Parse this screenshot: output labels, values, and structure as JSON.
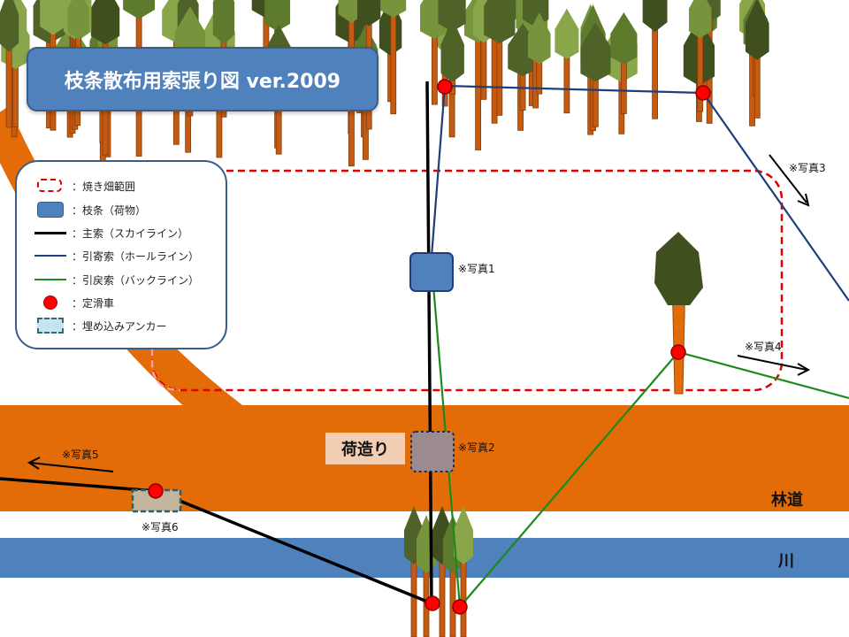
{
  "title": "枝条散布用索張り図 ver.2009",
  "legend": [
    {
      "icon": "dashed-red-rect",
      "label": "：焼き畑範囲"
    },
    {
      "icon": "blue-box",
      "label": "：枝条（荷物）"
    },
    {
      "icon": "black-line",
      "label": "：主索（スカイライン）"
    },
    {
      "icon": "navy-line",
      "label": "：引寄索（ホールライン）"
    },
    {
      "icon": "green-line",
      "label": "：引戻索（バックライン）"
    },
    {
      "icon": "red-dot",
      "label": "：定滑車"
    },
    {
      "icon": "anchor-box",
      "label": "：埋め込みアンカー"
    }
  ],
  "photos": {
    "p1": "※写真1",
    "p2": "※写真2",
    "p3": "※写真3",
    "p4": "※写真4",
    "p5": "※写真5",
    "p6": "※写真6"
  },
  "places": {
    "loading": "荷造り",
    "forest_road": "林道",
    "river": "川"
  },
  "colors": {
    "forest_road": "#e36c09",
    "river": "#4f81bd",
    "skyline": "#000000",
    "haul_line": "#1f3f7a",
    "back_line": "#1b8a1b",
    "pulley": "#ff0000",
    "burn_area_border": "#e00000",
    "load": "#4f81bd",
    "anchor": "#c4b69c"
  }
}
